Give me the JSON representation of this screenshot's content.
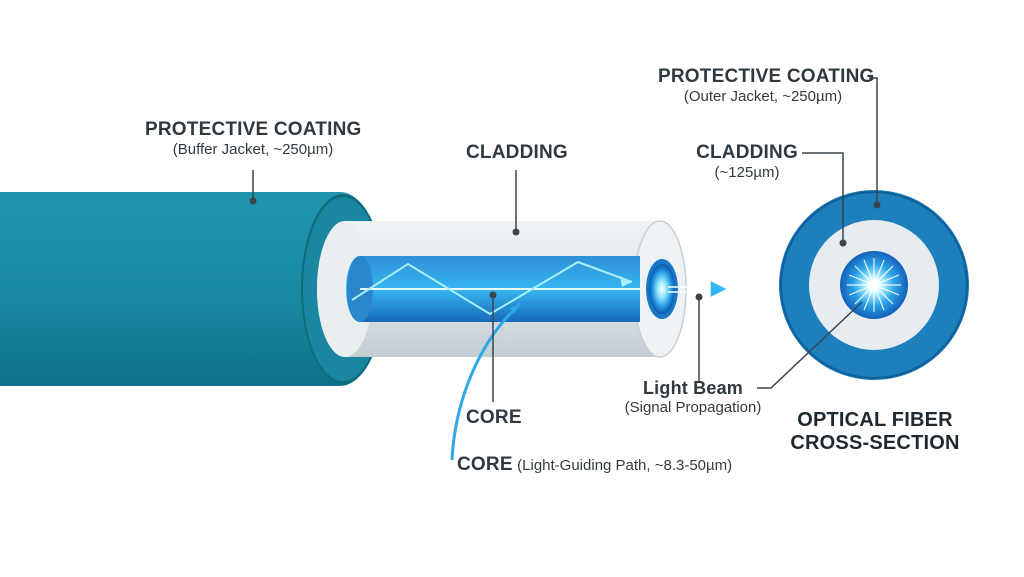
{
  "colors": {
    "jacket": "#1b8aa1",
    "jacket_dark": "#0f6e84",
    "cladding": "#dfe6ea",
    "core": "#1a8fd8",
    "light": "#7fe7ff",
    "text": "#2f3a40"
  },
  "labels": {
    "protective_left": {
      "title": "PROTECTIVE COATING",
      "sub": "(Buffer Jacket, ~250µm)"
    },
    "cladding_mid": {
      "title": "CLADDING"
    },
    "protective_right": {
      "title": "PROTECTIVE COATING",
      "sub": "(Outer Jacket, ~250µm)"
    },
    "cladding_right": {
      "title": "CLADDING",
      "sub": "(~125µm)"
    },
    "light_beam": {
      "title": "Light Beam",
      "sub": "(Signal Propagation)"
    },
    "core_mid": {
      "title": "CORE"
    },
    "core_bottom": {
      "title": "CORE",
      "sub": "(Light-Guiding Path, ~8.3-50µm)"
    },
    "cross_section": {
      "line1": "OPTICAL FIBER",
      "line2": "CROSS-SECTION"
    }
  },
  "icons": [
    "fiber-cable-illustration",
    "cross-section-illustration",
    "arrow-icon"
  ]
}
